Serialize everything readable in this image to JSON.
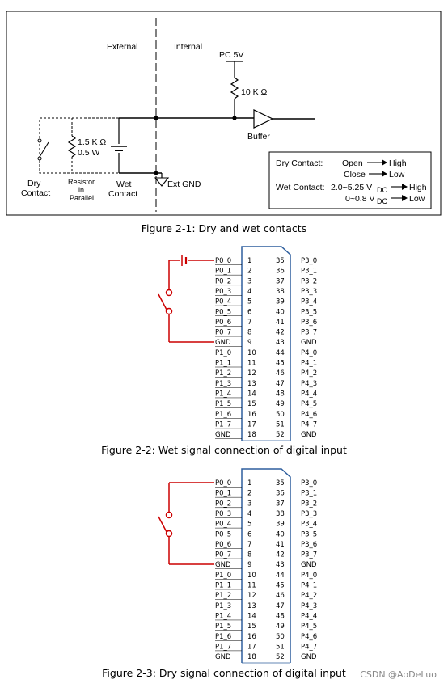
{
  "fig1": {
    "external": "External",
    "internal": "Internal",
    "pc5v": "PC 5V",
    "r10k": "10 K Ω",
    "buffer": "Buffer",
    "r15k": "1.5 K Ω",
    "r05w": "0.5 W",
    "dry": "Dry",
    "contact": "Contact",
    "resistor": "Resistor",
    "in": "in",
    "parallel": "Parallel",
    "wet": "Wet",
    "wetcontact": "Contact",
    "extgnd": "Ext GND",
    "legend": {
      "dry_label": "Dry Contact:",
      "open": "Open",
      "high1": "High",
      "close": "Close",
      "low1": "Low",
      "wet_label": "Wet Contact:",
      "range_hi": "2.0~5.25 V",
      "dc1": "DC",
      "high2": "High",
      "range_lo": "0~0.8 V",
      "dc2": "DC",
      "low2": "Low"
    },
    "caption": "Figure 2-1: Dry and wet contacts"
  },
  "connector": {
    "left_names": [
      "P0_0",
      "P0_1",
      "P0_2",
      "P0_3",
      "P0_4",
      "P0_5",
      "P0_6",
      "P0_7",
      "GND",
      "P1_0",
      "P1_1",
      "P1_2",
      "P1_3",
      "P1_4",
      "P1_5",
      "P1_6",
      "P1_7",
      "GND"
    ],
    "left_nums": [
      "1",
      "2",
      "3",
      "4",
      "5",
      "6",
      "7",
      "8",
      "9",
      "10",
      "11",
      "12",
      "13",
      "14",
      "15",
      "16",
      "17",
      "18"
    ],
    "right_nums": [
      "35",
      "36",
      "37",
      "38",
      "39",
      "40",
      "41",
      "42",
      "43",
      "44",
      "45",
      "46",
      "47",
      "48",
      "49",
      "50",
      "51",
      "52"
    ],
    "right_names": [
      "P3_0",
      "P3_1",
      "P3_2",
      "P3_3",
      "P3_4",
      "P3_5",
      "P3_6",
      "P3_7",
      "GND",
      "P4_0",
      "P4_1",
      "P4_2",
      "P4_3",
      "P4_4",
      "P4_5",
      "P4_6",
      "P4_7",
      "GND"
    ]
  },
  "fig2": {
    "caption": "Figure 2-2: Wet signal connection of digital input"
  },
  "fig3": {
    "caption": "Figure 2-3: Dry signal connection of digital input"
  },
  "watermark": "CSDN @AoDeLuo",
  "colors": {
    "wire_red": "#cc0000",
    "connector_blue": "#2f5f9e"
  }
}
